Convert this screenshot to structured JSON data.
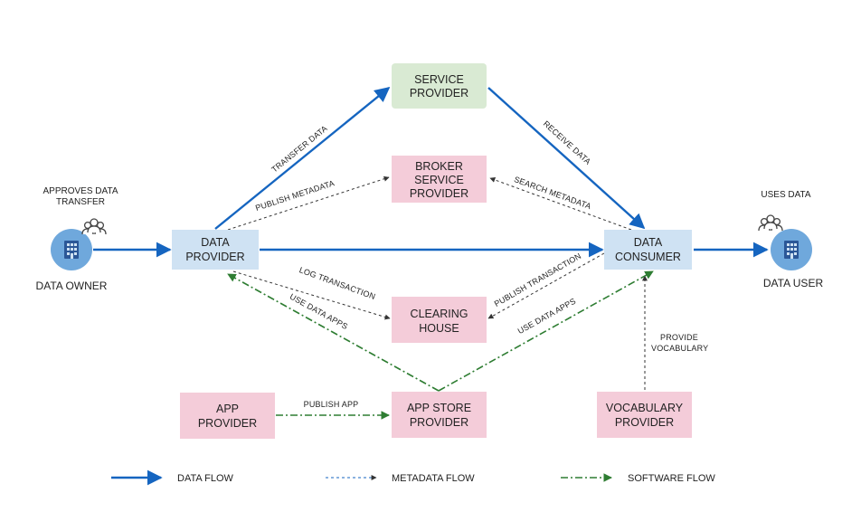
{
  "colors": {
    "data_flow": "#1565c0",
    "metadata_flow": "#333333",
    "software_flow": "#2e7d32",
    "box_blue": "#cfe2f3",
    "box_green": "#d9ead3",
    "box_pink": "#f4ccd9",
    "actor_circle": "#6fa8dc",
    "actor_icon": "#2b5797"
  },
  "boxes": {
    "service_provider": [
      "SERVICE",
      "PROVIDER"
    ],
    "broker_service_provider": [
      "BROKER",
      "SERVICE",
      "PROVIDER"
    ],
    "data_provider": [
      "DATA",
      "PROVIDER"
    ],
    "data_consumer": [
      "DATA",
      "CONSUMER"
    ],
    "clearing_house": [
      "CLEARING",
      "HOUSE"
    ],
    "app_provider": [
      "APP",
      "PROVIDER"
    ],
    "app_store_provider": [
      "APP STORE",
      "PROVIDER"
    ],
    "vocabulary_provider": [
      "VOCABULARY",
      "PROVIDER"
    ]
  },
  "actors": {
    "data_owner": {
      "name": "DATA OWNER",
      "note": [
        "APPROVES DATA",
        "TRANSFER"
      ],
      "icon": "building-icon"
    },
    "data_user": {
      "name": "DATA USER",
      "note": [
        "USES DATA"
      ],
      "icon": "building-icon"
    }
  },
  "edges": {
    "transfer_data": "TRANSFER DATA",
    "receive_data": "RECEIVE DATA",
    "publish_metadata": "PUBLISH METADATA",
    "search_metadata": "SEARCH METADATA",
    "log_transaction": "LOG TRANSACTION",
    "publish_transaction": "PUBLISH TRANSACTION",
    "use_data_apps_left": "USE DATA APPS",
    "use_data_apps_right": "USE DATA APPS",
    "publish_app": "PUBLISH APP",
    "provide_vocabulary": [
      "PROVIDE",
      "VOCABULARY"
    ]
  },
  "legend": {
    "data_flow": "DATA FLOW",
    "metadata_flow": "METADATA FLOW",
    "software_flow": "SOFTWARE FLOW"
  }
}
